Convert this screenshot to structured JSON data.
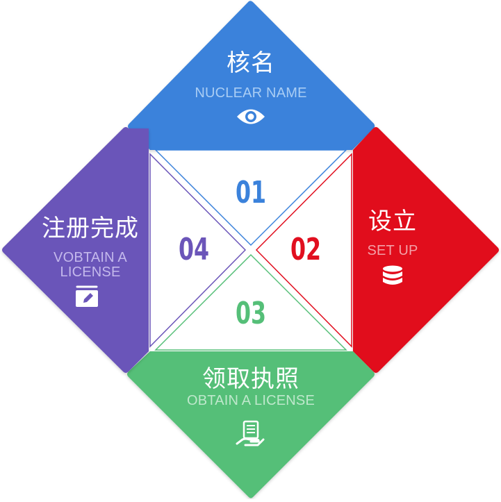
{
  "colors": {
    "blue": "#3b82db",
    "red": "#e10f1f",
    "green": "#55bf78",
    "purple": "#6b55b9"
  },
  "steps": [
    {
      "number": "01",
      "title": "核名",
      "subtitle": "NUCLEAR NAME",
      "icon": "eye-icon",
      "color": "#3b82db"
    },
    {
      "number": "02",
      "title": "设立",
      "subtitle": "SET UP",
      "icon": "database-icon",
      "color": "#e10f1f"
    },
    {
      "number": "03",
      "title": "领取执照",
      "subtitle": "OBTAIN A LICENSE",
      "icon": "hand-document-icon",
      "color": "#55bf78"
    },
    {
      "number": "04",
      "title": "注册完成",
      "subtitle_line1": "VOBTAIN A",
      "subtitle_line2": "LICENSE",
      "icon": "edit-box-icon",
      "color": "#6b55b9"
    }
  ]
}
